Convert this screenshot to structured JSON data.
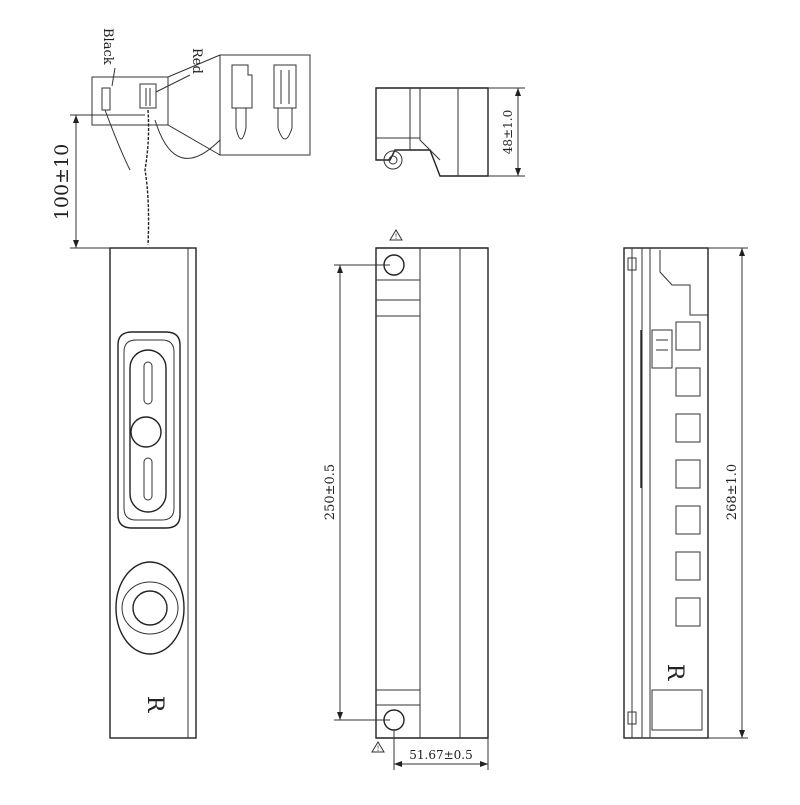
{
  "wire_labels": {
    "black": "Black",
    "red": "Red"
  },
  "dimensions": {
    "lead_length": "100±10",
    "top_height": "48±1.0",
    "mount_spacing": "250±0.5",
    "side_length": "268±1.0",
    "bottom_width": "51.67±0.5"
  },
  "markings": {
    "front_channel": "R",
    "side_channel": "R"
  },
  "note_symbols": {
    "top": "!",
    "bottom": "!"
  }
}
